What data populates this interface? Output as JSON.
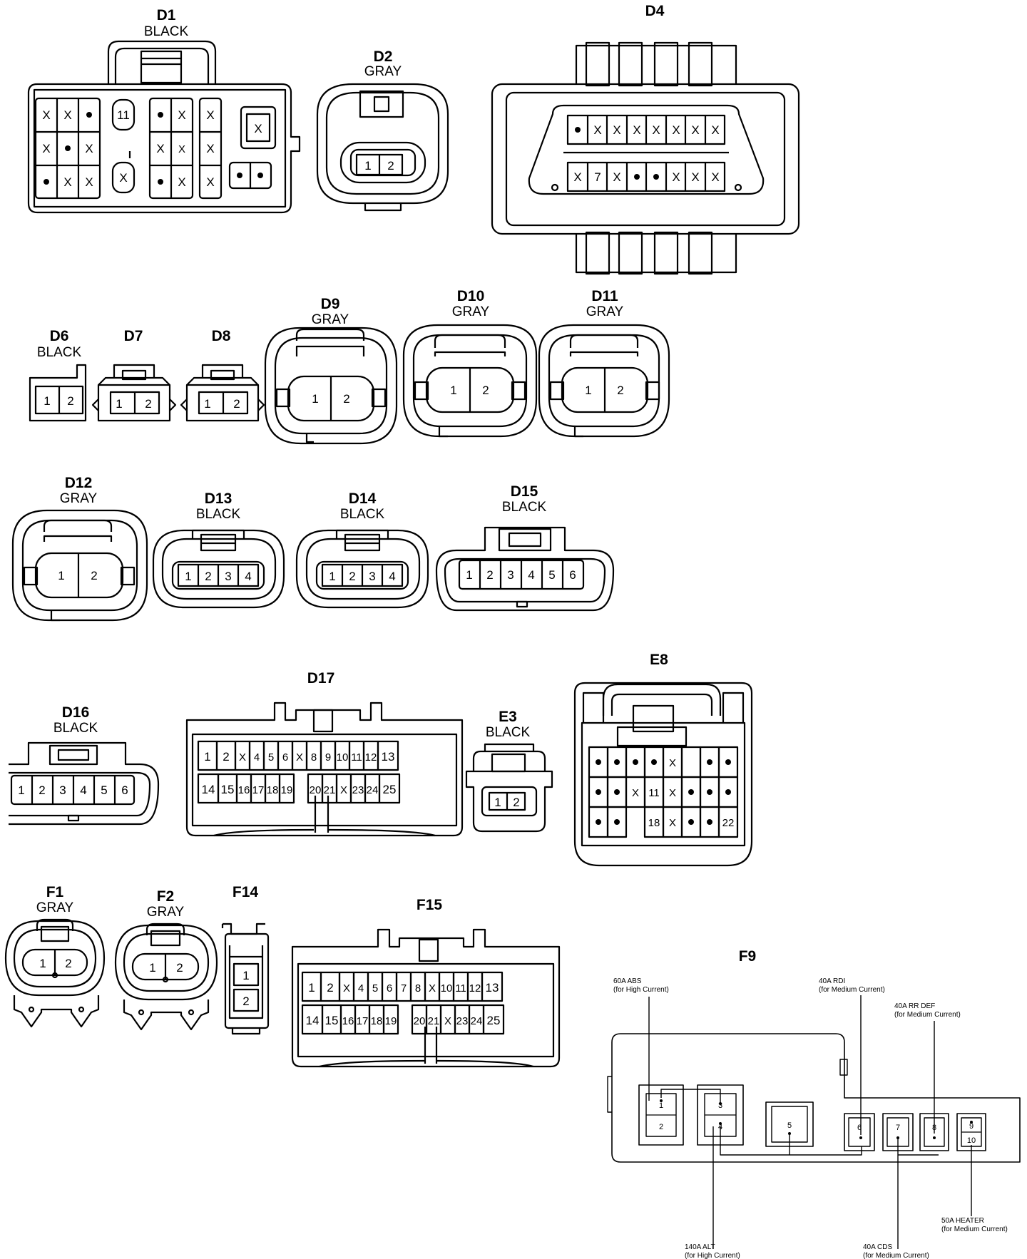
{
  "connectors": [
    {
      "id": "D1",
      "color": "BLACK",
      "pins": [
        "X",
        "X",
        "X",
        "X",
        "X",
        "X",
        "11",
        "X",
        "X",
        "X",
        "X",
        "X",
        "X"
      ]
    },
    {
      "id": "D2",
      "color": "GRAY",
      "pins": [
        "1",
        "2"
      ]
    },
    {
      "id": "D4",
      "color": "",
      "pins": [
        "X",
        "X",
        "X",
        "X",
        "X",
        "X",
        "X",
        "7",
        "X",
        "X",
        "X",
        "X"
      ]
    },
    {
      "id": "D6",
      "color": "BLACK",
      "pins": [
        "1",
        "2"
      ]
    },
    {
      "id": "D7",
      "color": "",
      "pins": [
        "1",
        "2"
      ]
    },
    {
      "id": "D8",
      "color": "",
      "pins": [
        "1",
        "2"
      ]
    },
    {
      "id": "D9",
      "color": "GRAY",
      "pins": [
        "1",
        "2"
      ]
    },
    {
      "id": "D10",
      "color": "GRAY",
      "pins": [
        "1",
        "2"
      ]
    },
    {
      "id": "D11",
      "color": "GRAY",
      "pins": [
        "1",
        "2"
      ]
    },
    {
      "id": "D12",
      "color": "GRAY",
      "pins": [
        "1",
        "2"
      ]
    },
    {
      "id": "D13",
      "color": "BLACK",
      "pins": [
        "1",
        "2",
        "3",
        "4"
      ]
    },
    {
      "id": "D14",
      "color": "BLACK",
      "pins": [
        "1",
        "2",
        "3",
        "4"
      ]
    },
    {
      "id": "D15",
      "color": "BLACK",
      "pins": [
        "1",
        "2",
        "3",
        "4",
        "5",
        "6"
      ]
    },
    {
      "id": "D16",
      "color": "BLACK",
      "pins": [
        "1",
        "2",
        "3",
        "4",
        "5",
        "6"
      ]
    },
    {
      "id": "D17",
      "color": "",
      "pins": [
        "1",
        "2",
        "X",
        "4",
        "5",
        "6",
        "X",
        "8",
        "9",
        "10",
        "11",
        "12",
        "13",
        "14",
        "15",
        "16",
        "17",
        "18",
        "19",
        "20",
        "21",
        "X",
        "23",
        "24",
        "25"
      ]
    },
    {
      "id": "E3",
      "color": "BLACK",
      "pins": [
        "1",
        "2"
      ]
    },
    {
      "id": "E8",
      "color": "",
      "pins": [
        "X",
        "X",
        "11",
        "X",
        "18",
        "X",
        "22"
      ]
    },
    {
      "id": "F1",
      "color": "GRAY",
      "pins": [
        "1",
        "2"
      ]
    },
    {
      "id": "F2",
      "color": "GRAY",
      "pins": [
        "1",
        "2"
      ]
    },
    {
      "id": "F14",
      "color": "",
      "pins": [
        "1",
        "2"
      ]
    },
    {
      "id": "F15",
      "color": "",
      "pins": [
        "1",
        "2",
        "X",
        "4",
        "5",
        "6",
        "7",
        "8",
        "X",
        "10",
        "11",
        "12",
        "13",
        "14",
        "15",
        "16",
        "17",
        "18",
        "19",
        "20",
        "21",
        "X",
        "23",
        "24",
        "25"
      ]
    },
    {
      "id": "F9",
      "color": "",
      "pins": [
        "1",
        "2",
        "3",
        "4",
        "5",
        "6",
        "7",
        "8",
        "9",
        "10"
      ]
    }
  ],
  "f9_labels": [
    {
      "main": "60A ABS",
      "sub": "(for High Current)"
    },
    {
      "main": "40A RDI",
      "sub": "(for Medium Current)"
    },
    {
      "main": "40A RR DEF",
      "sub": "(for Medium Current)"
    },
    {
      "main": "50A HEATER",
      "sub": "(for Medium Current)"
    },
    {
      "main": "140A ALT",
      "sub": "(for High Current)"
    },
    {
      "main": "40A CDS",
      "sub": "(for Medium Current)"
    }
  ]
}
